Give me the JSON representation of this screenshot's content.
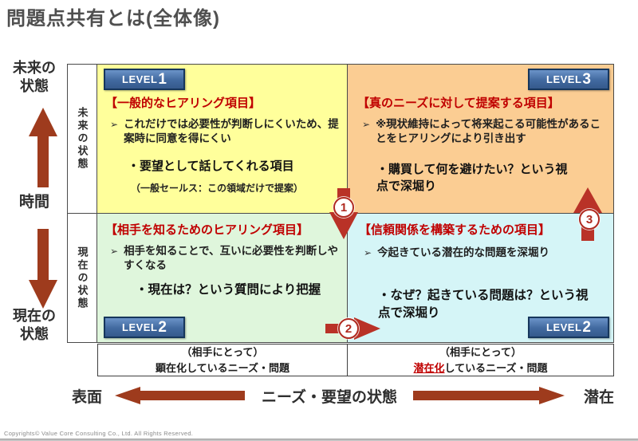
{
  "slide": {
    "title": "問題点共有とは(全体像)",
    "copyright": "Copyrights© Value Core Consulting Co., Ltd.  All Rights Reserved."
  },
  "time_axis": {
    "future_label": "未来の\n状態",
    "center_label": "時間",
    "present_label": "現在の\n状態"
  },
  "needs_axis": {
    "surface_label": "表面",
    "title": "ニーズ・要望の状態",
    "latent_label": "潜在"
  },
  "matrix": {
    "bullet_marker": "➢",
    "row_labels": {
      "future": "未来の状態",
      "present": "現在の状態"
    },
    "quadrants": {
      "general_hearing": {
        "level_text": "LEVEL",
        "level_num": "1",
        "heading": "【一般的なヒアリング項目】",
        "bullet": "これだけでは必要性が判断しにくいため、提案時に同意を得にくい",
        "point": "・要望として話してくれる項目",
        "note": "（一般セールス：この領域だけで提案）"
      },
      "true_needs": {
        "level_text": "LEVEL",
        "level_num": "3",
        "heading": "【真のニーズに対して提案する項目】",
        "bullet": "※現状維持によって将来起こる可能性があることをヒアリングにより引き出す",
        "point": "・購買して何を避けたい？という視点で深堀り"
      },
      "know_partner": {
        "level_text": "LEVEL",
        "level_num": "2",
        "heading": "【相手を知るためのヒアリング項目】",
        "bullet": "相手を知ることで、互いに必要性を判断しやすくなる",
        "point": "・現在は？という質問により把握"
      },
      "trust_building": {
        "level_text": "LEVEL",
        "level_num": "2",
        "heading": "【信頼関係を構築するための項目】",
        "bullet": "今起きている潜在的な問題を深堀り",
        "point": "・なぜ？起きている問題は？という視点で深堀り"
      }
    },
    "flow_arrows": [
      {
        "num": "1"
      },
      {
        "num": "2"
      },
      {
        "num": "3"
      }
    ]
  },
  "bottom_labels": {
    "explicit": {
      "line1": "（相手にとって）",
      "line2": "顕在化しているニーズ・問題"
    },
    "latent": {
      "line1": "（相手にとって）",
      "highlight": "潜在化",
      "line2_rest": "しているニーズ・問題"
    }
  },
  "colors": {
    "accent_red": "#C00000",
    "rust_arrow": "#9E3B1D",
    "flow_arrow_red": "#B93227",
    "level_badge_blue": "#3A69A5",
    "quadrant_general_bg": "#FFFF9B",
    "quadrant_true_needs_bg": "#FBCD93",
    "quadrant_know_bg": "#DFF6DC",
    "quadrant_trust_bg": "#D5F5F7"
  }
}
